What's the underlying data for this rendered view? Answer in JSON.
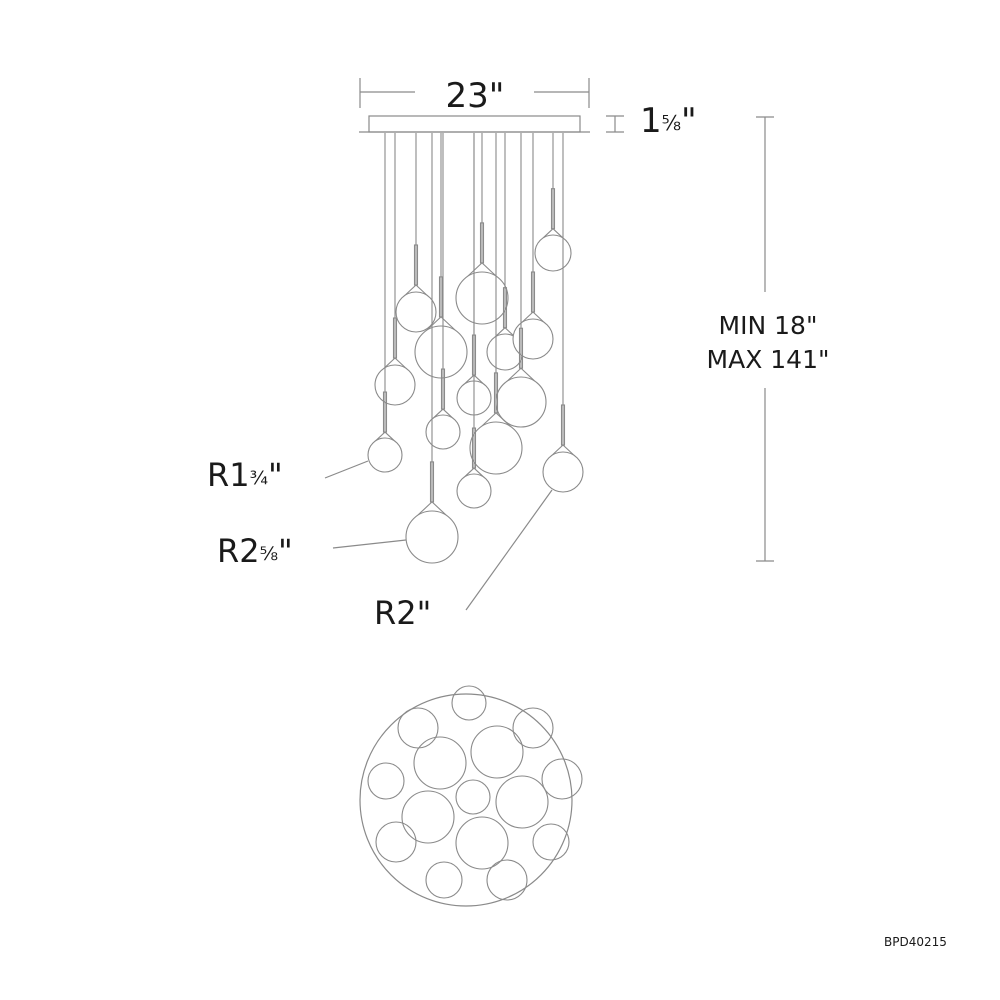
{
  "dimensions": {
    "width": "23\"",
    "canopy_height_whole": "1",
    "canopy_height_fraction": "⅝",
    "canopy_height_suffix": "\"",
    "min_length": "MIN 18\"",
    "max_length": "MAX 141\""
  },
  "radii": {
    "small": {
      "whole": "R1",
      "fraction": "¾",
      "suffix": "\""
    },
    "large": {
      "whole": "R2",
      "fraction": "⅝",
      "suffix": "\""
    },
    "medium": {
      "whole": "R2\"",
      "fraction": "",
      "suffix": ""
    }
  },
  "model_number": "BPD40215",
  "colors": {
    "line": "#8a8a8a",
    "text": "#1a1a1a"
  }
}
